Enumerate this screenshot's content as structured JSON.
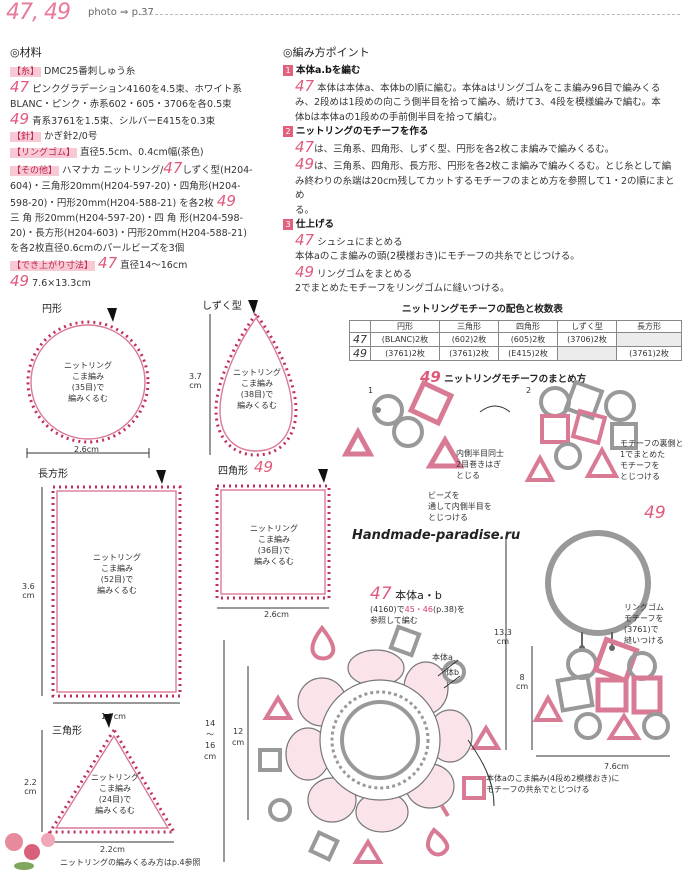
{
  "header": {
    "num": "47, 49",
    "photo": "photo ⇒ p.37"
  },
  "materials": {
    "title": "◎材料",
    "lines": [
      {
        "tag": "【糸】",
        "text": "DMC25番刺しゅう糸"
      },
      {
        "num": "47",
        "text": "ピンクグラデーション4160を4.5束、ホワイト系"
      },
      {
        "text": "BLANC・ピンク・赤系602・605・3706を各0.5束"
      },
      {
        "num": "49",
        "text": "青系3761を1.5束、シルバーE415を0.3束"
      },
      {
        "tag": "【針】",
        "text": "かぎ針2/0号"
      },
      {
        "tag": "【リングゴム】",
        "text": "直径5.5cm、0.4cm幅(茶色)"
      },
      {
        "tag": "【その他】",
        "text": "ハマナカ ニットリング/",
        "num": "47",
        "text2": "しずく型(H204-"
      },
      {
        "text": "604)・三角形20mm(H204-597-20)・四角形(H204-"
      },
      {
        "text": "598-20)・円形20mm(H204-588-21) を各2枚",
        "num": "49"
      },
      {
        "text": "三 角 形20mm(H204-597-20)・四 角 形(H204-598-"
      },
      {
        "text": "20)・長方形(H204-603)・円形20mm(H204-588-21)"
      },
      {
        "text": "を各2枚直径0.6cmのパールビーズを3個"
      },
      {
        "tag": "【でき上がり寸法】",
        "num": "47",
        "text": "直径14～16cm"
      },
      {
        "num": "49",
        "text": "7.6×13.3cm"
      }
    ]
  },
  "points": {
    "title": "◎編み方ポイント",
    "steps": [
      {
        "n": "1",
        "title": "本体a.bを編む",
        "lines": [
          {
            "num": "47",
            "text": "本体は本体a、本体bの順に編む。本体aはリングゴムをこま編み96目で編みくる"
          },
          {
            "text": "み、2段めは1段めの向こう側半目を拾って編み、続けて3、4段を模様編みで編む。本"
          },
          {
            "text": "体bは本体aの1段めの手前側半目を拾って編む。"
          }
        ]
      },
      {
        "n": "2",
        "title": "ニットリングのモチーフを作る",
        "lines": [
          {
            "num": "47",
            "text": "は、三角系、四角形、しずく型、円形を各2枚こま編みで編みくるむ。"
          },
          {
            "num": "49",
            "text": "は、三角系、四角形、長方形、円形を各2枚こま編みで編みくるむ。とじ糸として編"
          },
          {
            "text": "み終わりの糸端は20cm残してカットするモチーフのまとめ方を参照して1・2の順にまとめ"
          },
          {
            "text": "る。"
          }
        ]
      },
      {
        "n": "3",
        "title": "仕上げる",
        "lines": [
          {
            "num": "47",
            "text": "シュシュにまとめる"
          },
          {
            "text": "本体aのこま編みの頭(2模様おき)にモチーフの共糸でとじつける。"
          },
          {
            "num": "49",
            "text": "リングゴムをまとめる"
          },
          {
            "text": "2でまとめたモチーフをリングゴムに縫いつける。"
          }
        ]
      }
    ]
  },
  "shapes": {
    "circle": {
      "label": "円形",
      "inner": [
        "ニットリング",
        "こま編み",
        "(35目)で",
        "編みくるむ"
      ],
      "dim": "2.6cm"
    },
    "drop": {
      "label": "しずく型",
      "inner": [
        "ニットリング",
        "こま編み",
        "(38目)で",
        "編みくるむ"
      ],
      "dim": "3.7",
      "unit": "cm"
    },
    "rect": {
      "label": "長方形",
      "inner": [
        "ニットリング",
        "こま編み",
        "(52目)で",
        "編みくるむ"
      ],
      "dim_h": "3.6",
      "unit": "cm",
      "dim_w": "1.7cm"
    },
    "square": {
      "label": "四角形",
      "num": "49",
      "inner": [
        "ニットリング",
        "こま編み",
        "(36目)で",
        "編みくるむ"
      ],
      "dim": "2.6cm"
    },
    "triangle": {
      "label": "三角形",
      "inner": [
        "ニットリング",
        "こま編み",
        "(24目)で",
        "編みくるむ"
      ],
      "dim_h": "2.2",
      "unit": "cm",
      "dim_w": "2.2cm"
    },
    "footnote": "ニットリングの編みくるみ方はp.4参照"
  },
  "table": {
    "title": "ニットリングモチーフの配色と枚数表",
    "headers": [
      "",
      "円形",
      "三角形",
      "四角形",
      "しずく型",
      "長方形"
    ],
    "rows": [
      [
        "47",
        "(BLANC)2枚",
        "(602)2枚",
        "(605)2枚",
        "(3706)2枚",
        ""
      ],
      [
        "49",
        "(3761)2枚",
        "(3761)2枚",
        "(E415)2枚",
        "",
        "(3761)2枚"
      ]
    ]
  },
  "assembly": {
    "title_num": "49",
    "title": "ニットリングモチーフのまとめ方",
    "step1": "1",
    "step2": "2",
    "note_inner": [
      "内側半目同士",
      "2目巻きはぎ",
      "とじる"
    ],
    "note_bead": [
      "ビーズを",
      "通して内側半目を",
      "とじつける"
    ],
    "note_back": [
      "モチーフの裏側と",
      "1でまとめた",
      "モチーフを",
      "とじつける"
    ]
  },
  "watermark": "Handmade-paradise.ru",
  "piece49": {
    "num": "49",
    "note": [
      "リングゴム",
      "モチーフを",
      "(3761)で",
      "縫いつける"
    ],
    "dim_total": "13.3",
    "dim_motif": "8",
    "unit": "cm",
    "dim_w": "7.6cm"
  },
  "piece47": {
    "title_num": "47",
    "title": "本体a・b",
    "note_l1_pre": "(4160)で",
    "note_l1_n1": "45",
    "note_l1_mid": "・",
    "note_l1_n2": "46",
    "note_l1_post": "(p.38)を",
    "note_l2": "参照して編む",
    "label_a": "本体a",
    "label_b": "本体b",
    "dim_outer": [
      "14",
      "～",
      "16",
      "cm"
    ],
    "dim_inner": [
      "12",
      "cm"
    ],
    "bottom_note": [
      "本体aのこま編み(4段め2模様おき)に",
      "モチーフの共糸でとじつける"
    ]
  }
}
